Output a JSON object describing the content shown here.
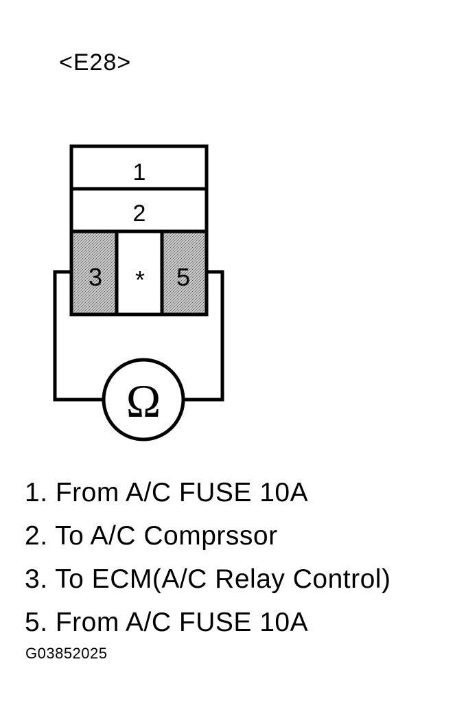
{
  "connector": {
    "name": "<E28>",
    "cells": {
      "pin1": "1",
      "pin2": "2",
      "pin3": "3",
      "center": "*",
      "pin5": "5"
    }
  },
  "meter": {
    "symbol": "Ω",
    "icon": "ohmmeter-icon"
  },
  "legend": [
    "1. From A/C FUSE 10A",
    "2. To A/C Comprssor",
    "3. To ECM(A/C Relay Control)",
    "5. From A/C FUSE 10A"
  ],
  "figure_code": "G03852025"
}
